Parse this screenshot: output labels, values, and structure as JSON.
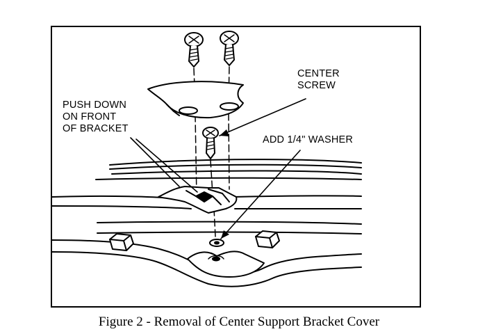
{
  "labels": {
    "center_screw_line1": "CENTER",
    "center_screw_line2": "SCREW",
    "push_down_line1": "PUSH DOWN",
    "push_down_line2": "ON FRONT",
    "push_down_line3": "OF BRACKET",
    "washer": "ADD 1/4\" WASHER"
  },
  "caption": "Figure 2 - Removal of Center Support Bracket Cover"
}
